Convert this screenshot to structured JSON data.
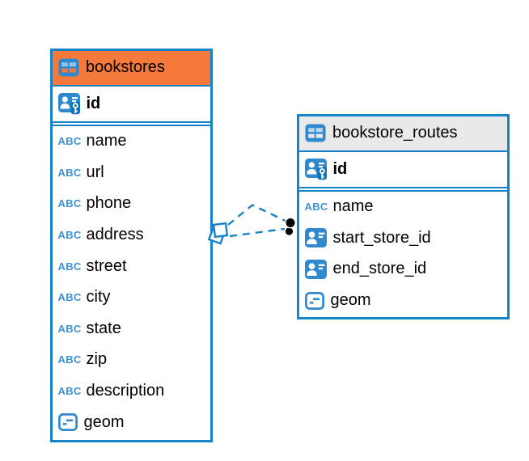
{
  "colors": {
    "accent_blue": "#1583C7",
    "icon_blue": "#2E89CF",
    "abc_blue": "#3E92D4",
    "bookstores_header_bg": "#F5793B",
    "bookstore_routes_header_bg": "#E9E9E9",
    "row_bg": "#FFFFFF",
    "text": "#000000",
    "endpoint_dot": "#000000"
  },
  "icons": {
    "text_type_label": "ABC"
  },
  "tables": [
    {
      "name": "bookstores",
      "header_bg": "#F5793B",
      "key_columns": [
        {
          "label": "id",
          "type_icon": "primary-key-icon"
        }
      ],
      "columns": [
        {
          "label": "name",
          "type_icon": "text-type-icon"
        },
        {
          "label": "url",
          "type_icon": "text-type-icon"
        },
        {
          "label": "phone",
          "type_icon": "text-type-icon"
        },
        {
          "label": "address",
          "type_icon": "text-type-icon"
        },
        {
          "label": "street",
          "type_icon": "text-type-icon"
        },
        {
          "label": "city",
          "type_icon": "text-type-icon"
        },
        {
          "label": "state",
          "type_icon": "text-type-icon"
        },
        {
          "label": "zip",
          "type_icon": "text-type-icon"
        },
        {
          "label": "description",
          "type_icon": "text-type-icon"
        },
        {
          "label": "geom",
          "type_icon": "geometry-type-icon"
        }
      ]
    },
    {
      "name": "bookstore_routes",
      "header_bg": "#E9E9E9",
      "key_columns": [
        {
          "label": "id",
          "type_icon": "primary-key-icon"
        }
      ],
      "columns": [
        {
          "label": "name",
          "type_icon": "text-type-icon"
        },
        {
          "label": "start_store_id",
          "type_icon": "foreign-key-icon"
        },
        {
          "label": "end_store_id",
          "type_icon": "foreign-key-icon"
        },
        {
          "label": "geom",
          "type_icon": "geometry-type-icon"
        }
      ]
    }
  ],
  "relationships": [
    {
      "from": "bookstores",
      "to": "bookstore_routes",
      "line_style": "dashed"
    },
    {
      "from": "bookstores",
      "to": "bookstore_routes",
      "line_style": "dashed"
    }
  ]
}
